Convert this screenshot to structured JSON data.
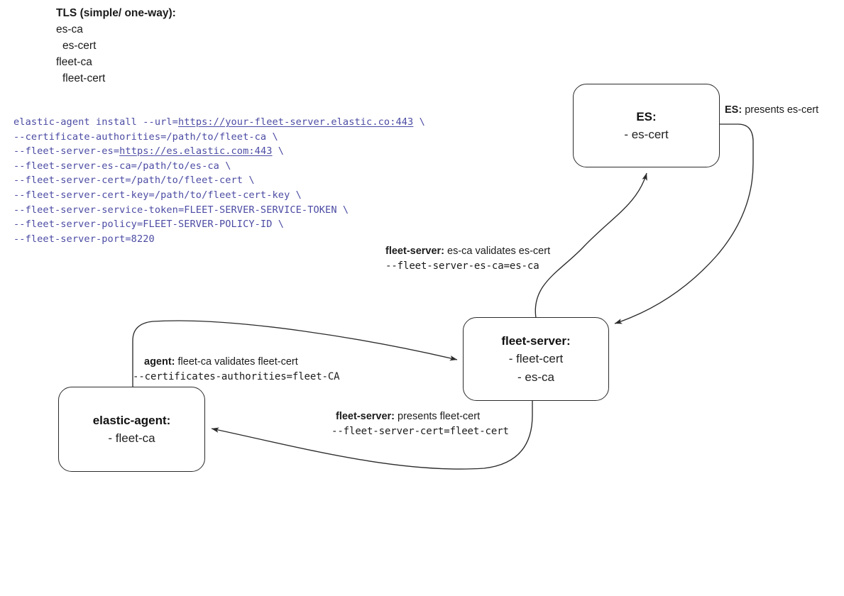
{
  "diagram": {
    "title": "Fleet Server TLS certificate flow",
    "background": "#ffffff",
    "stroke_color": "#2b2b2b",
    "command_color": "#4b4ba4"
  },
  "legend": {
    "title": "TLS (simple/ one-way):",
    "lines": [
      {
        "text": "es-ca",
        "indent": false
      },
      {
        "text": "es-cert",
        "indent": true
      },
      {
        "text": "fleet-ca",
        "indent": false
      },
      {
        "text": "fleet-cert",
        "indent": true
      }
    ]
  },
  "command": {
    "lines": [
      {
        "parts": [
          {
            "text": "elastic-agent install --url=",
            "link": false
          },
          {
            "text": "https://your-fleet-server.elastic.co:443",
            "link": true
          },
          {
            "text": " \\",
            "link": false
          }
        ]
      },
      {
        "parts": [
          {
            "text": "--certificate-authorities=/path/to/fleet-ca \\",
            "link": false
          }
        ]
      },
      {
        "parts": [
          {
            "text": "--fleet-server-es=",
            "link": false
          },
          {
            "text": "https://es.elastic.com:443",
            "link": true
          },
          {
            "text": " \\",
            "link": false
          }
        ]
      },
      {
        "parts": [
          {
            "text": "--fleet-server-es-ca=/path/to/es-ca \\",
            "link": false
          }
        ]
      },
      {
        "parts": [
          {
            "text": "--fleet-server-cert=/path/to/fleet-cert \\",
            "link": false
          }
        ]
      },
      {
        "parts": [
          {
            "text": "--fleet-server-cert-key=/path/to/fleet-cert-key \\",
            "link": false
          }
        ]
      },
      {
        "parts": [
          {
            "text": "--fleet-server-service-token=FLEET-SERVER-SERVICE-TOKEN \\",
            "link": false
          }
        ]
      },
      {
        "parts": [
          {
            "text": "--fleet-server-policy=FLEET-SERVER-POLICY-ID \\",
            "link": false
          }
        ]
      },
      {
        "parts": [
          {
            "text": "--fleet-server-port=8220",
            "link": false
          }
        ]
      }
    ]
  },
  "nodes": {
    "es": {
      "title": "ES:",
      "items": [
        "- es-cert"
      ]
    },
    "fleet_server": {
      "title": "fleet-server:",
      "items": [
        "- fleet-cert",
        "- es-ca"
      ]
    },
    "elastic_agent": {
      "title": "elastic-agent:",
      "items": [
        "- fleet-ca"
      ]
    }
  },
  "edge_labels": {
    "es_presents": {
      "actor": "ES:",
      "text": " presents es-cert",
      "flag": ""
    },
    "fleet_server_validates": {
      "actor": "fleet-server:",
      "text": " es-ca validates es-cert",
      "flag": "--fleet-server-es-ca=es-ca"
    },
    "agent_validates": {
      "actor": "agent:",
      "text": " fleet-ca validates fleet-cert",
      "flag": "--certificates-authorities=fleet-CA"
    },
    "fleet_server_presents": {
      "actor": "fleet-server:",
      "text": " presents fleet-cert",
      "flag": "--fleet-server-cert=fleet-cert"
    }
  }
}
